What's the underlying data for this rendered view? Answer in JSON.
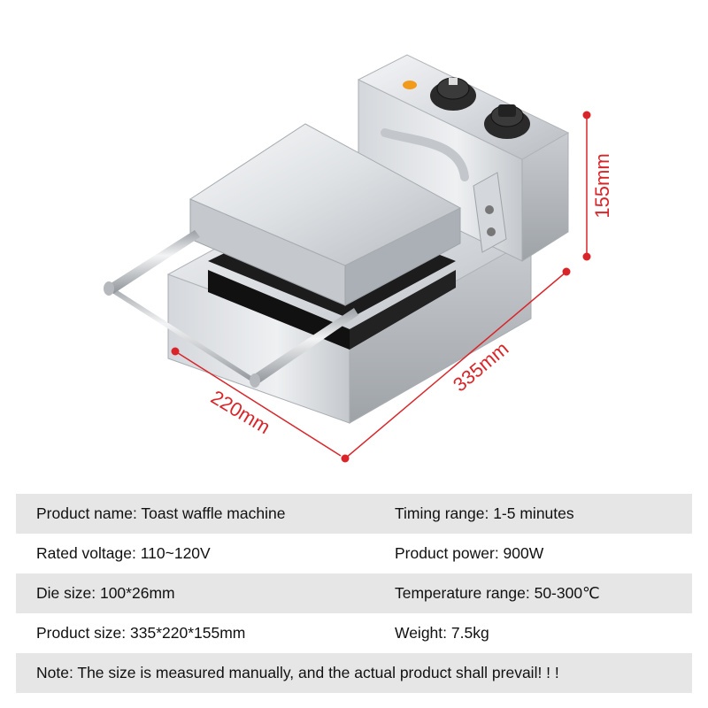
{
  "dimensions": {
    "height": "155mm",
    "length": "335mm",
    "width": "220mm",
    "line_color": "#d9252a"
  },
  "specs": [
    {
      "left": "Product name: Toast waffle machine",
      "right": "Timing range: 1-5 minutes",
      "shaded": true
    },
    {
      "left": "Rated voltage: 110~120V",
      "right": "Product power: 900W",
      "shaded": false
    },
    {
      "left": "Die size: 100*26mm",
      "right": "Temperature range: 50-300℃",
      "shaded": true
    },
    {
      "left": "Product size: 335*220*155mm",
      "right": "Weight: 7.5kg",
      "shaded": false
    }
  ],
  "note": "Note: The size is measured manually, and the actual product shall prevail! ! !"
}
